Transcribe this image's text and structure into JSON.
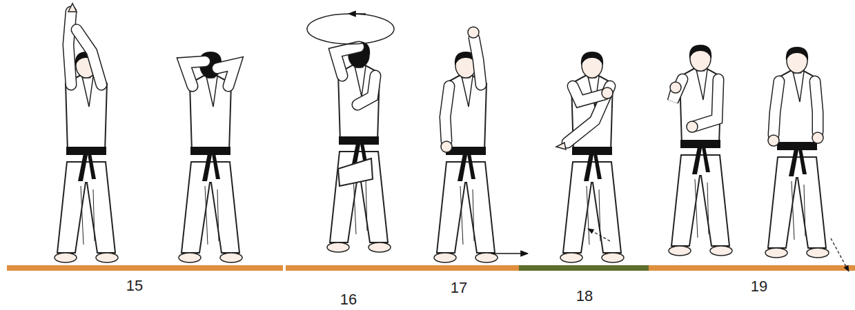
{
  "diagram": {
    "labels": [
      "15",
      "16",
      "17",
      "18",
      "19"
    ]
  }
}
